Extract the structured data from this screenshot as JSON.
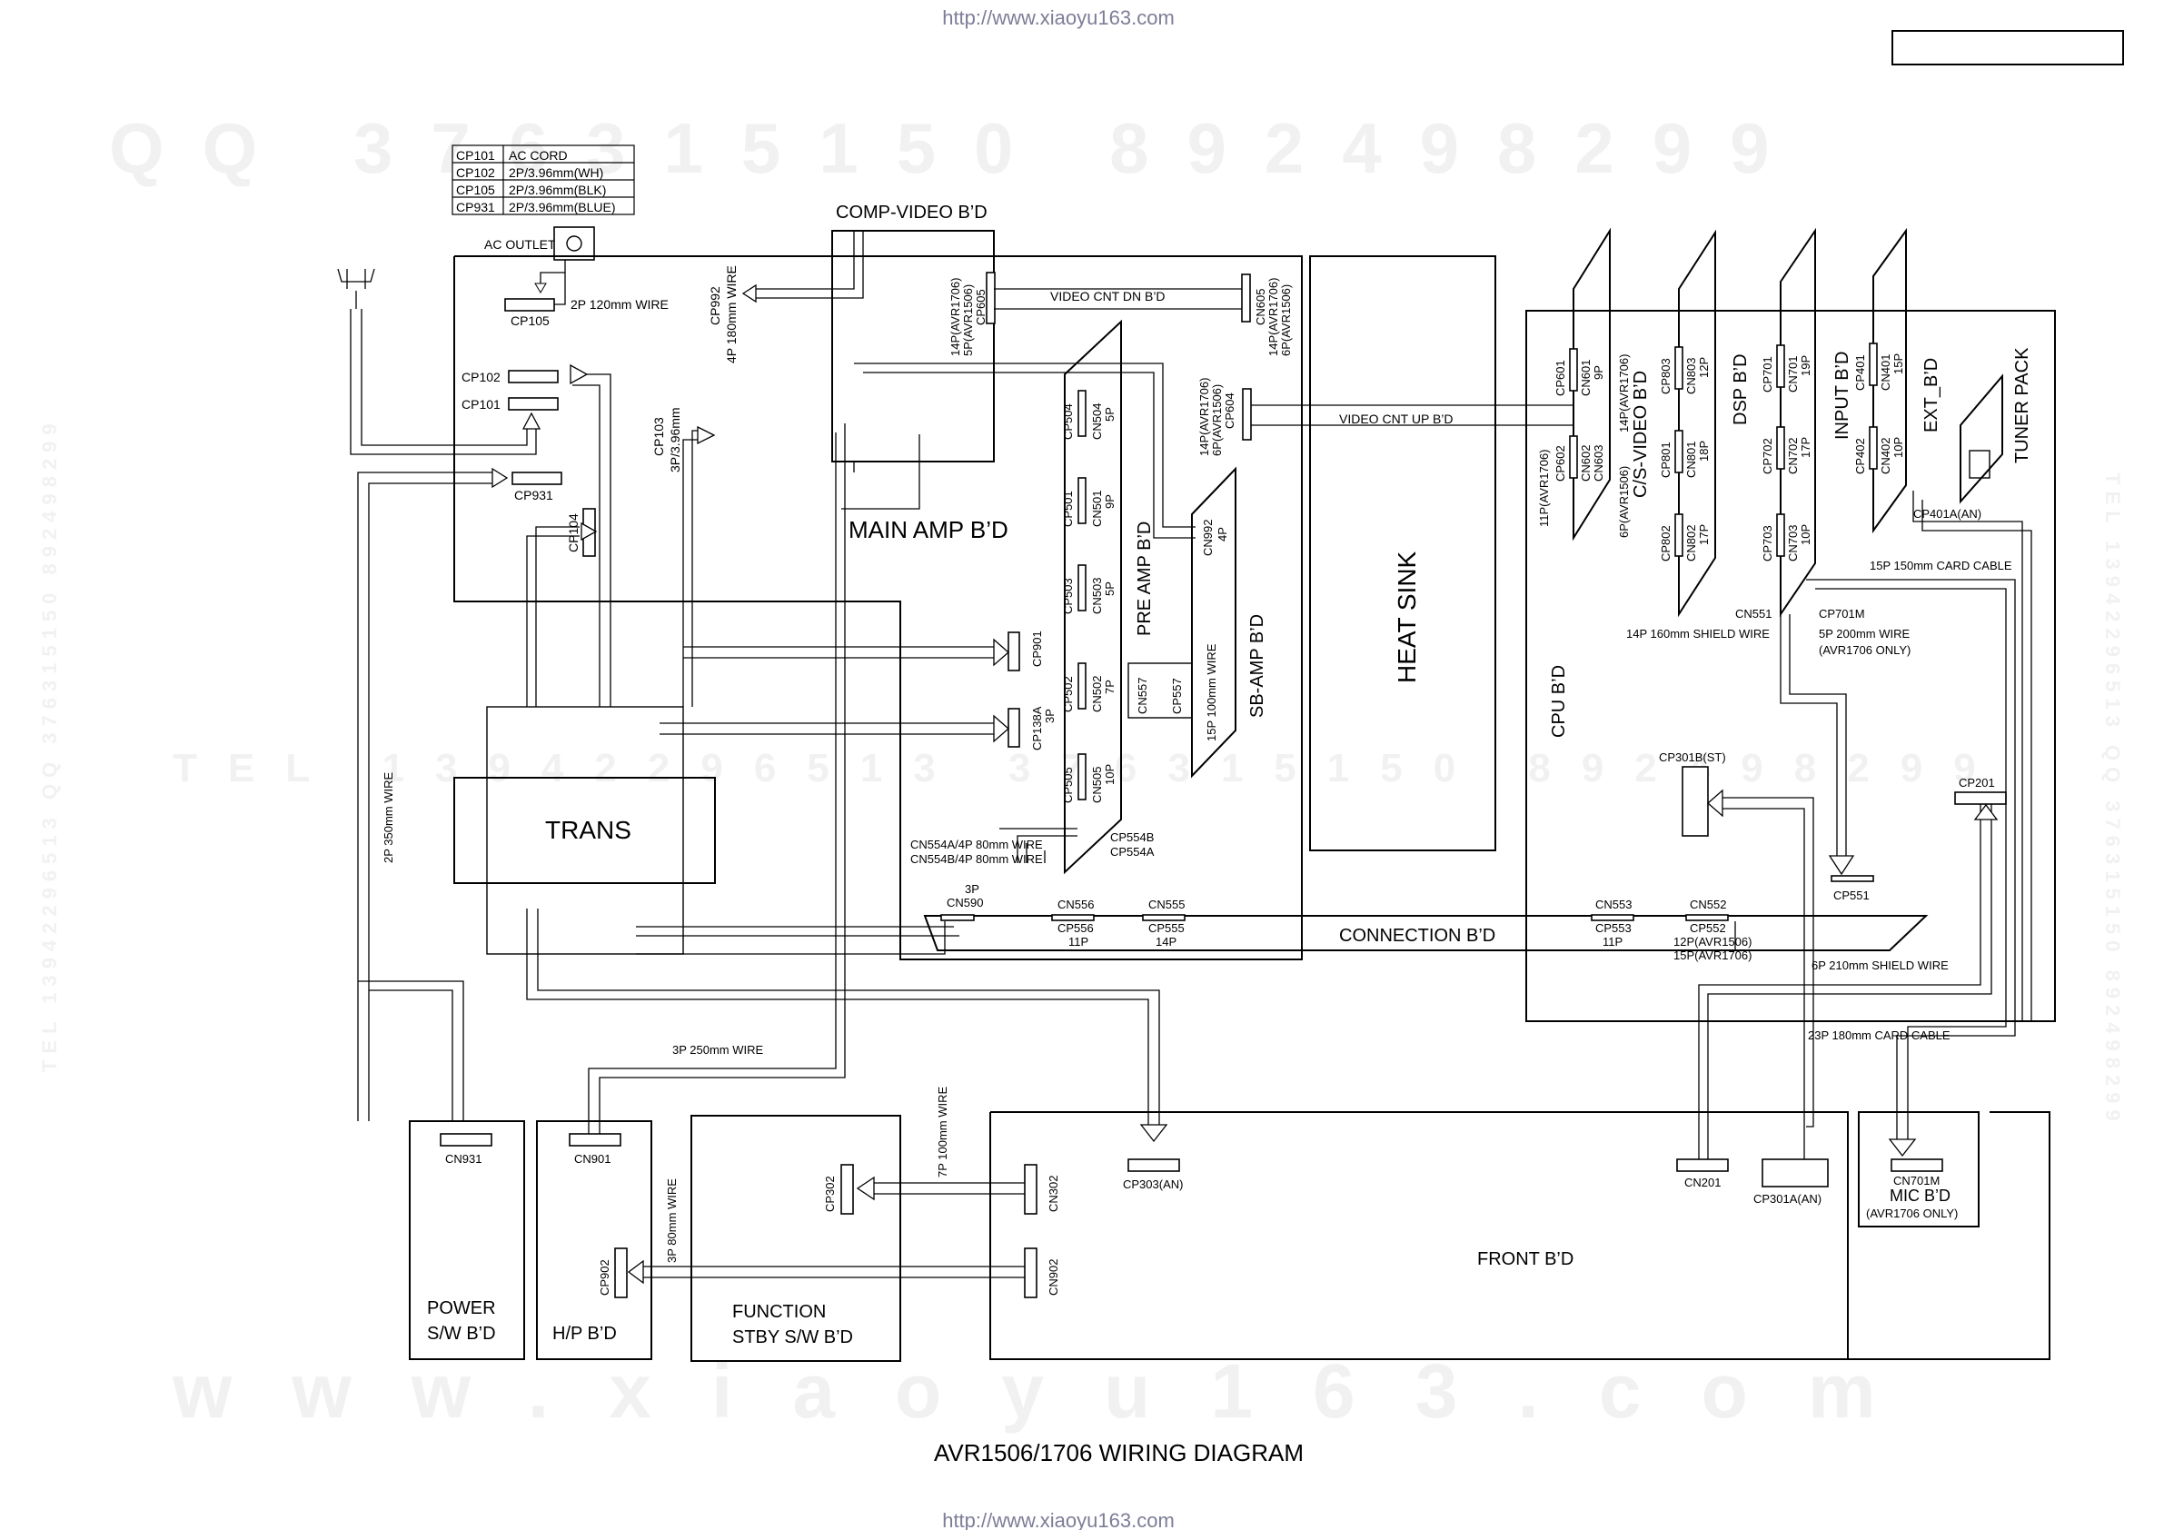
{
  "page": {
    "url_text": "http://www.xiaoyu163.com",
    "title": "AVR1506/1706 WIRING DIAGRAM"
  },
  "watermarks": {
    "top": "QQ 376315150   892498299",
    "middle": "TEL 13942296513   376315150   892498299",
    "bottom": "www.xiaoyu163.com",
    "left": "TEL 13942296513 QQ 376315150 892498299",
    "right": "TEL 13942296513 QQ 376315150 892498299"
  },
  "cp_table": [
    {
      "code": "CP101",
      "desc": "AC CORD"
    },
    {
      "code": "CP102",
      "desc": "2P/3.96mm(WH)"
    },
    {
      "code": "CP105",
      "desc": "2P/3.96mm(BLK)"
    },
    {
      "code": "CP931",
      "desc": "2P/3.96mm(BLUE)"
    }
  ],
  "boards": {
    "comp_video": "COMP-VIDEO B’D",
    "main_amp": "MAIN AMP B’D",
    "pre_amp": "PRE AMP B’D",
    "sb_amp": "SB-AMP B’D",
    "heat_sink": "HEAT SINK",
    "cpu": "CPU B’D",
    "cs_video": "C/S-VIDEO B’D",
    "dsp": "DSP B’D",
    "input": "INPUT B’D",
    "ext": "EXT_B’D",
    "tuner_pack": "TUNER PACK",
    "trans": "TRANS",
    "connection": "CONNECTION B’D",
    "power_sw_1": "POWER",
    "power_sw_2": "S/W B’D",
    "hp": "H/P B’D",
    "function_1": "FUNCTION",
    "function_2": "STBY S/W B’D",
    "front": "FRONT B’D",
    "mic": "MIC B’D",
    "mic_note": "(AVR1706 ONLY)"
  },
  "labels": {
    "ac_outlet": "AC OUTLET",
    "cp105": "CP105",
    "wire_2p120": "2P 120mm WIRE",
    "cp992": "CP992",
    "wire_4p180": "4P 180mm WIRE",
    "cp102": "CP102",
    "cp101": "CP101",
    "cp931": "CP931",
    "cp103": "CP103",
    "cp103_spec": "3P/3.96mm",
    "cp104": "CP104",
    "cp605_1": "14P(AVR1706)",
    "cp605_2": "5P(AVR1506)",
    "cp605": "CP605",
    "video_dn": "VIDEO CNT DN B’D",
    "cn605": "CN605",
    "cn605_1": "14P(AVR1706)",
    "cn605_2": "6P(AVR1506)",
    "cp604_1": "14P(AVR1706)",
    "cp604_2": "6P(AVR1506)",
    "cp604": "CP604",
    "video_up": "VIDEO CNT UP B’D",
    "cp504": "CP504",
    "cn504": "CN504",
    "cn504_p": "5P",
    "cp501": "CP501",
    "cn501": "CN501",
    "cn501_p": "9P",
    "cp503": "CP503",
    "cn503": "CN503",
    "cn503_p": "5P",
    "cp502": "CP502",
    "cn502": "CN502",
    "cn502_p": "7P",
    "cp505": "CP505",
    "cn505": "CN505",
    "cn505_p": "10P",
    "cn992": "CN992",
    "cn992_p": "4P",
    "cn557": "CN557",
    "cp557": "CP557",
    "wire_15p100": "15P 100mm WIRE",
    "cp901": "CP901",
    "cp138a": "CP138A",
    "cp138a_p": "3P",
    "cp554b": "CP554B",
    "cp554a": "CP554A",
    "cn554a": "CN554A/4P 80mm WIRE",
    "cn554b": "CN554B/4P 80mm WIRE",
    "cn590_p": "3P",
    "cn590": "CN590",
    "cn556": "CN556",
    "cp556": "CP556",
    "cp556_p": "11P",
    "cn555": "CN555",
    "cp555": "CP555",
    "cp555_p": "14P",
    "cn553": "CN553",
    "cp553": "CP553",
    "cp553_p": "11P",
    "cn552": "CN552",
    "cp552": "CP552",
    "cp552_1": "12P(AVR1506)",
    "cp552_2": "15P(AVR1706)",
    "cp551": "CP551",
    "wire_2p350": "2P 350mm WIRE",
    "wire_3p250": "3P 250mm WIRE",
    "wire_7p100": "7P 100mm WIRE",
    "wire_3p80": "3P 80mm WIRE",
    "wire_6p210": "6P 210mm SHIELD WIRE",
    "cable_23p180": "23P 180mm CARD CABLE",
    "cable_15p150": "15P 150mm CARD CABLE",
    "cn551": "CN551",
    "wire_14p160": "14P 160mm SHIELD WIRE",
    "cp701m": "CP701M",
    "wire_5p200": "5P 200mm WIRE",
    "wire_5p200_note": "(AVR1706 ONLY)",
    "cp301b": "CP301B(ST)",
    "cp201": "CP201",
    "cp401a": "CP401A(AN)",
    "cn931": "CN931",
    "cn901": "CN901",
    "cp902": "CP902",
    "cp302": "CP302",
    "cn302": "CN302",
    "cn902": "CN902",
    "cp303": "CP303(AN)",
    "cn201": "CN201",
    "cp301a": "CP301A(AN)",
    "cn701m": "CN701M",
    "cp601": "CP601",
    "cn601": "CN601",
    "cn601_p": "9P",
    "cp602_1": "11P(AVR1706)",
    "cp602": "CP602",
    "cn602": "CN602",
    "cn603": "CN603",
    "cs_1": "14P(AVR1706)",
    "cs_2": "6P(AVR1506)",
    "cp803": "CP803",
    "cn803": "CN803",
    "cn803_p": "12P",
    "cp801": "CP801",
    "cn801": "CN801",
    "cn801_p": "18P",
    "cp802": "CP802",
    "cn802": "CN802",
    "cn802_p": "17P",
    "cp701": "CP701",
    "cn701": "CN701",
    "cn701_p": "19P",
    "cp702": "CP702",
    "cn702": "CN702",
    "cn702_p": "17P",
    "cp703": "CP703",
    "cn703": "CN703",
    "cn703_p": "10P",
    "cp401": "CP401",
    "cn401": "CN401",
    "cn401_p": "15P",
    "cp402": "CP402",
    "cn402": "CN402",
    "cn402_p": "10P"
  }
}
